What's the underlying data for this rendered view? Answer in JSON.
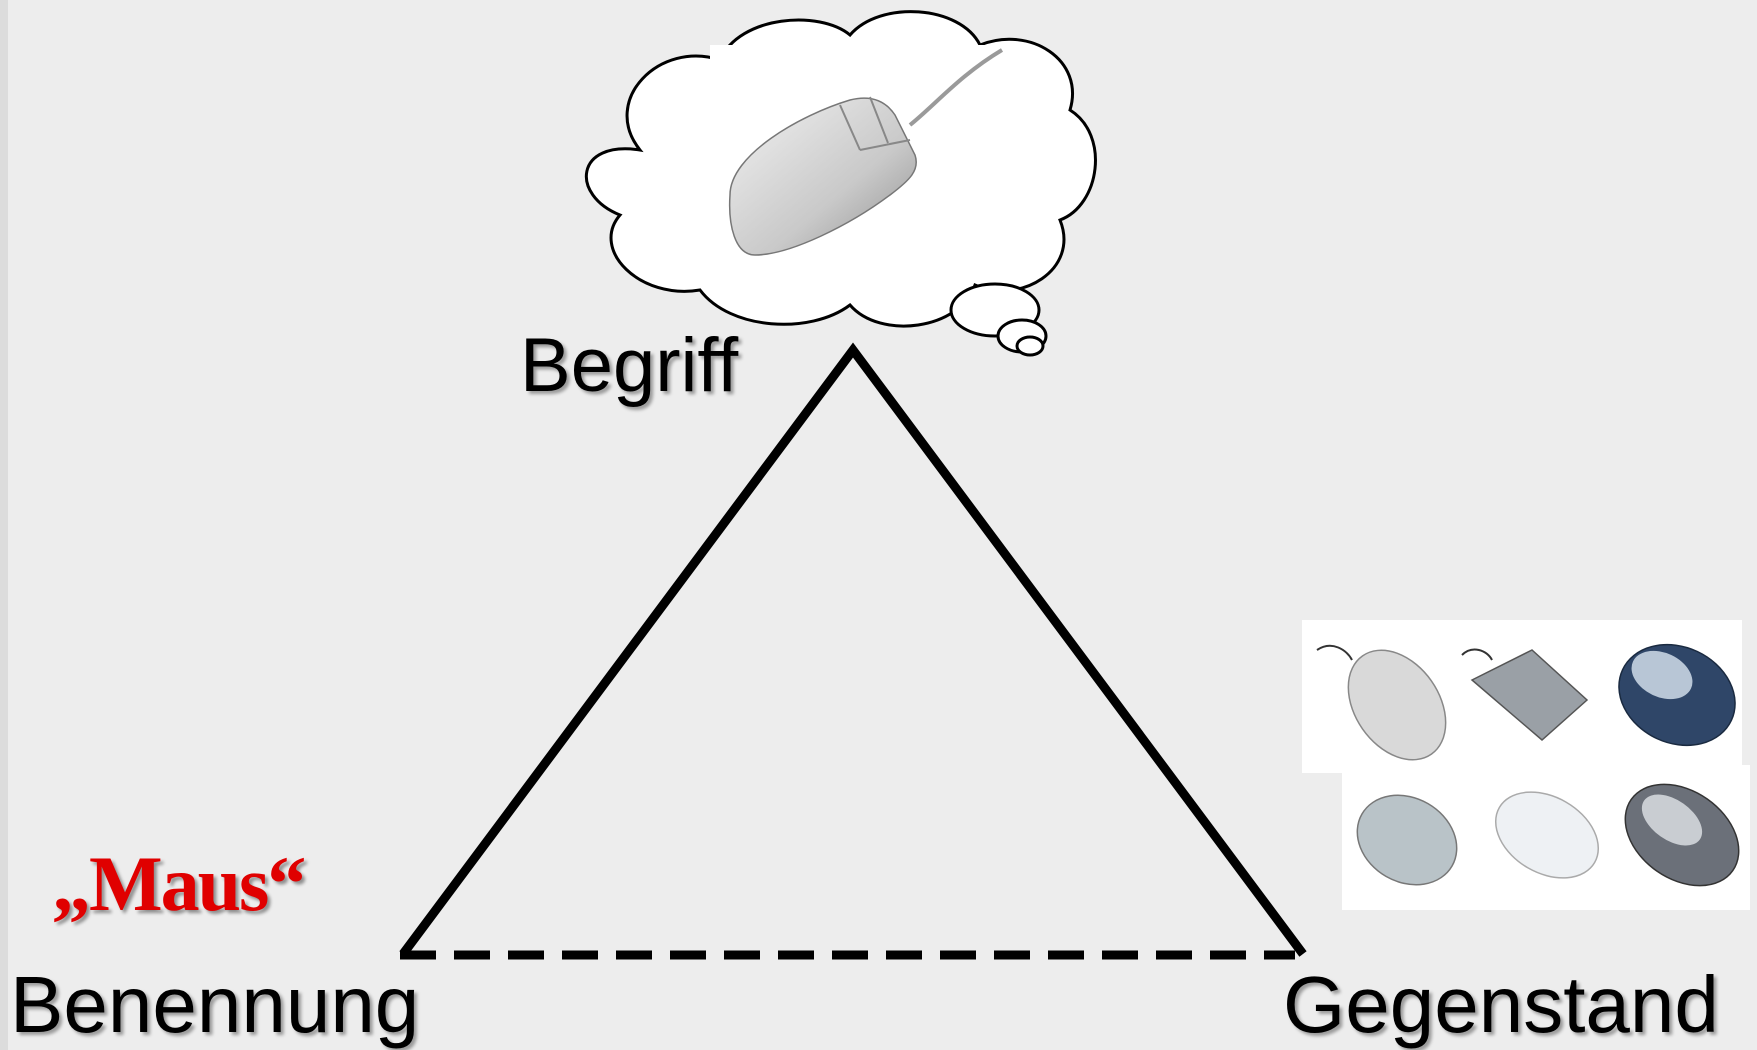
{
  "labels": {
    "concept": "Begriff",
    "term": "Benennung",
    "object": "Gegenstand",
    "term_example": "„Maus“"
  },
  "colors": {
    "background": "#ededed",
    "triangle": "#000000",
    "term_example": "#e00000"
  },
  "icons": {
    "thought_bubble": "thought-cloud",
    "concept_image": "computer-mouse",
    "object_images": [
      "mouse-beige",
      "mouse-gray",
      "mouse-blue",
      "mouse-silver",
      "mouse-white",
      "mouse-cordless"
    ]
  }
}
